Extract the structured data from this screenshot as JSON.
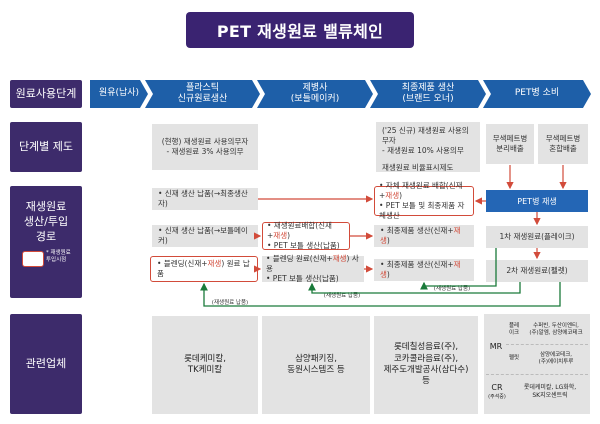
{
  "title": "PET 재생원료 밸류체인",
  "rows": {
    "stage": "원료사용단계",
    "regulation": "단계별 제도",
    "flow_line1": "재생원료",
    "flow_line2": "생산/투입",
    "flow_line3": "경로",
    "legend_line1": "* 재생원료",
    "legend_line2": "투입시점",
    "industry": "관련업체"
  },
  "stages": {
    "s1": "원유(납사)",
    "s2_line1": "플라스틱",
    "s2_line2": "신규원료생산",
    "s3_line1": "제병사",
    "s3_line2": "(보틀메이커)",
    "s4_line1": "최종제품 생산",
    "s4_line2": "(브랜드 오너)",
    "s5": "PET병 소비"
  },
  "regulation": {
    "col2_line1": "(현행) 재생원료 사용의무자",
    "col2_line2": "- 재생원료 3% 사용의무",
    "col4_line1": "('25 신규) 재생원료 사용의무자",
    "col4_line2": "- 재생원료 10% 사용의무",
    "col4_line3": "재생원료 비율표시제도",
    "col5a_line1": "무색페트병",
    "col5a_line2": "분리배출",
    "col5b_line1": "무색페트병",
    "col5b_line2": "혼합배출"
  },
  "flow": {
    "row1_col2": "• 신재 생산 납품(→최종생산자)",
    "row1_col4_a_pre": "• 자체 재생원료 배합(신재+",
    "row1_col4_a_hl": "재생",
    "row1_col4_a_post": ")",
    "row1_col4_b": "• PET 보틀 및 최종제품 자체생산",
    "row1_col5": "PET병 재생",
    "row2_col2": "• 신재 생산 납품(→보틀메이커)",
    "row2_col3_a_pre": "• 재생원료배합(신재+",
    "row2_col3_a_hl": "재생",
    "row2_col3_a_post": ")",
    "row2_col3_b": "• PET 보틀 생산(납품)",
    "row2_col4_pre": "• 최종제품 생산(신재+",
    "row2_col4_hl": "재생",
    "row2_col4_post": ")",
    "row2_col5": "1차 재생원료(플레이크)",
    "row3_col2_pre": "• 블렌딩(신재+",
    "row3_col2_hl": "재생",
    "row3_col2_post": ") 원료 납품",
    "row3_col3_a_pre": "• 블렌딩 원료(신재+",
    "row3_col3_a_hl": "재생",
    "row3_col3_a_post": ") 사용",
    "row3_col3_b": "• PET 보틀 생산(납품)",
    "row3_col4_pre": "• 최종제품 생산(신재+",
    "row3_col4_hl": "재생",
    "row3_col4_post": ")",
    "row3_col5": "2차 재생원료(펠렛)",
    "tag1": "(재생원료 납품)",
    "tag2": "(재생원료 납품)",
    "tag3": "(재생원료 납품)"
  },
  "industry": {
    "col2_line1": "롯데케미칼,",
    "col2_line2": "TK케미칼",
    "col3_line1": "삼양패키징,",
    "col3_line2": "동원시스템즈 등",
    "col4_line1": "롯데칠성음료(주),",
    "col4_line2": "코카콜라음료(주),",
    "col4_line3": "제주도개발공사(삼다수) 등",
    "mr_label": "MR",
    "mr_flake_line1": "플레",
    "mr_flake_line2": "이크",
    "mr_flake_co_line1": "수퍼빈, 두산이엔티,",
    "mr_flake_co_line2": "(주)알엠, 삼양에코테크",
    "mr_pellet": "펠릿",
    "mr_pellet_co_line1": "삼양에코테크,",
    "mr_pellet_co_line2": "(주)에이치투루",
    "cr_label": "CR",
    "cr_sub": "(주석중)",
    "cr_co_line1": "롯데케미칼, LG화학,",
    "cr_co_line2": "SK지오센트릭"
  },
  "colors": {
    "navy": "#3a2371",
    "row_label": "#3d2b6b",
    "blue": "#1e5fa8",
    "red": "#d24b3a",
    "green": "#1a7a3a",
    "gray": "#e3e3e3"
  }
}
